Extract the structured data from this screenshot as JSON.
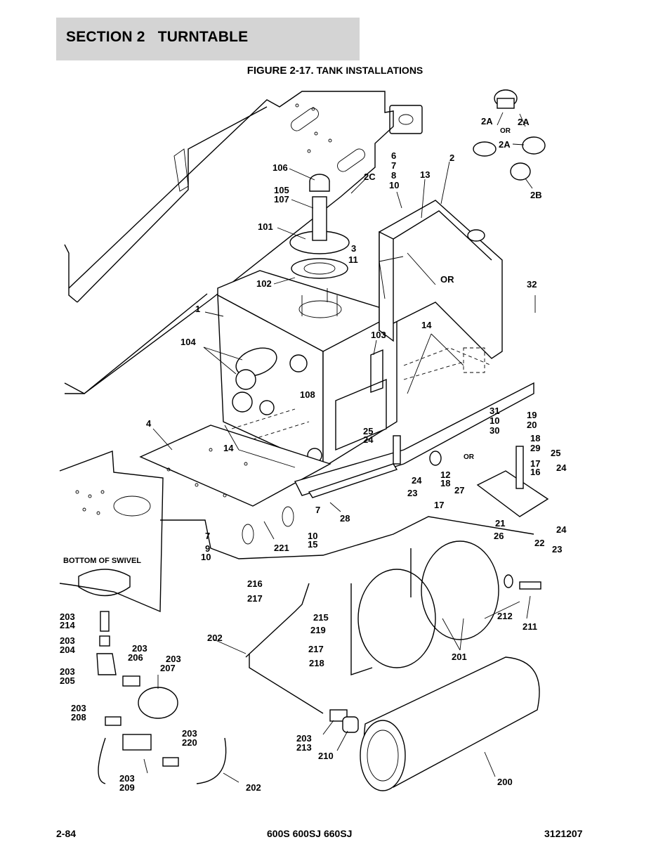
{
  "header": {
    "section_title": "SECTION 2   TURNTABLE",
    "figure_lead": "FIGURE 2-17.",
    "figure_rest": "TANK INSTALLATIONS"
  },
  "diagram": {
    "labels": {
      "l_2a_1": "2A",
      "l_or_top": "OR",
      "l_2a_2": "2A",
      "l_2a_3": "2A",
      "l_2b": "2B",
      "l_2": "2",
      "l_2c": "2C",
      "l_6": "6",
      "l_7": "7",
      "l_8": "8",
      "l_10_a": "10",
      "l_13": "13",
      "l_106": "106",
      "l_105": "105",
      "l_107": "107",
      "l_101": "101",
      "l_3": "3",
      "l_11": "11",
      "l_or_mid": "OR",
      "l_32": "32",
      "l_102": "102",
      "l_1": "1",
      "l_14_right": "14",
      "l_103": "103",
      "l_104": "104",
      "l_108": "108",
      "l_31": "31",
      "l_10_b": "10",
      "l_30": "30",
      "l_19": "19",
      "l_20": "20",
      "l_18_a": "18",
      "l_29": "29",
      "l_25_a": "25",
      "l_24_a": "24",
      "l_4": "4",
      "l_25_b": "25",
      "l_24_b": "24",
      "l_14_left": "14",
      "l_or_small": "OR",
      "l_17_a": "17",
      "l_16": "16",
      "l_12": "12",
      "l_18_b": "18",
      "l_24_c": "24",
      "l_23_a": "23",
      "l_27": "27",
      "l_17_b": "17",
      "l_7_a": "7",
      "l_28": "28",
      "l_21": "21",
      "l_26": "26",
      "l_22": "22",
      "l_24_d": "24",
      "l_23_b": "23",
      "l_7_b": "7",
      "l_9": "9",
      "l_10_c": "10",
      "l_221": "221",
      "l_10_d": "10",
      "l_15": "15",
      "l_bottom_swivel": "BOTTOM OF SWIVEL",
      "l_216": "216",
      "l_217_a": "217",
      "l_215": "215",
      "l_219": "219",
      "l_217_b": "217",
      "l_218": "218",
      "l_202_a": "202",
      "l_212": "212",
      "l_211": "211",
      "l_201": "201",
      "l_203_a": "203",
      "l_214": "214",
      "l_203_b": "203",
      "l_204": "204",
      "l_203_c": "203",
      "l_206": "206",
      "l_203_d": "203",
      "l_207": "207",
      "l_203_e": "203",
      "l_205": "205",
      "l_203_f": "203",
      "l_208": "208",
      "l_203_g": "203",
      "l_220": "220",
      "l_203_h": "203",
      "l_213": "213",
      "l_210": "210",
      "l_203_i": "203",
      "l_209": "209",
      "l_202_b": "202",
      "l_200": "200"
    }
  },
  "footer": {
    "page_number": "2-84",
    "models": "600S 600SJ 660SJ",
    "doc_number": "3121207"
  }
}
